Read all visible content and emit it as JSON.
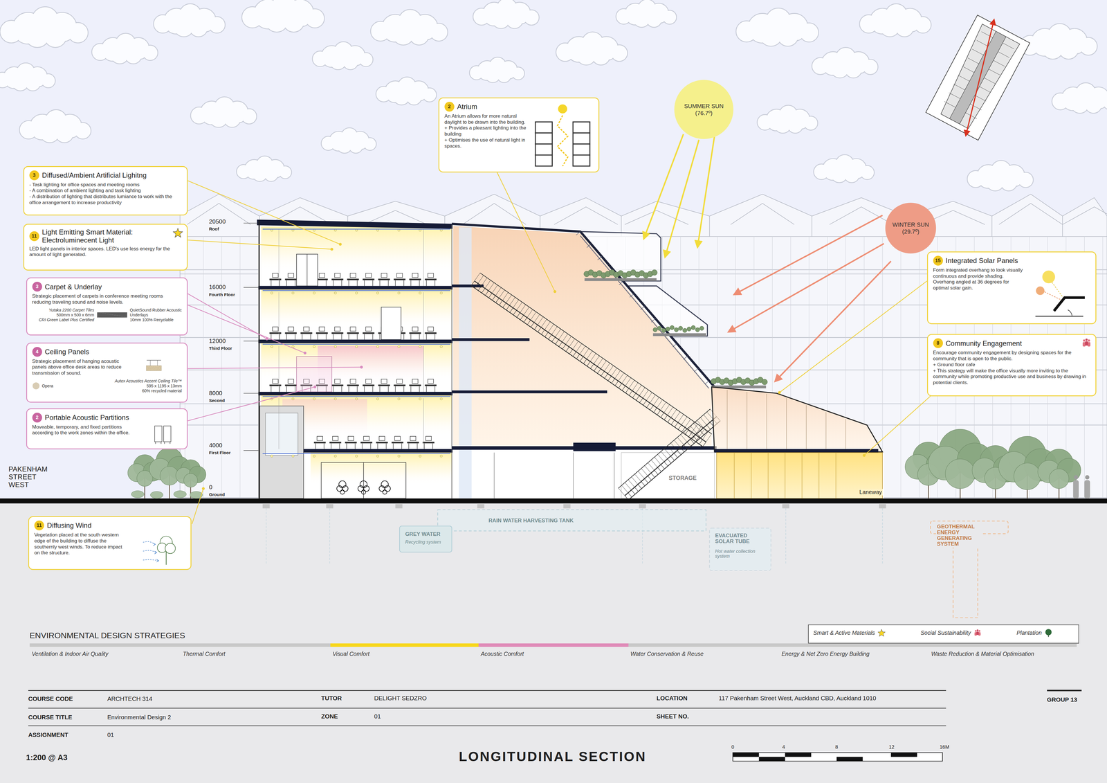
{
  "diagram": {
    "title": "LONGITUDINAL SECTION",
    "nodes": [
      {
        "text": [
          "2",
          "Atrium",
          "An Atrium allows for more natural daylight to be drawn into the building.",
          "+ Provides a pleasant lighting into the building",
          "+ Optimises the use of natural light in spaces."
        ]
      },
      {
        "text": [
          "SUMMER SUN",
          "(76.7º)"
        ]
      },
      {
        "text": [
          "3",
          "Diffused/Ambient Artificial Lighitng",
          "- Task lighting for office spaces and meeting rooms",
          "- A combination of ambient lighting and task lighting",
          "- A distribution of lighting that distributes lumiance to work with the office arrangement to increase productivity"
        ]
      },
      {
        "text": [
          "11",
          "Light Emitting Smart Material: Electroluminecent Light",
          "LED light panels in interior spaces. LED's use less energy for the amount of light generated."
        ]
      },
      {
        "text": [
          "WINTER SUN",
          "(29.7º)"
        ]
      },
      {
        "text": [
          "15",
          "Integrated Solar Panels",
          "Form integrated overhang to look visually continuous and provide shading.",
          "Overhang angled at 36 degrees for optimal solar gain."
        ]
      },
      {
        "text": [
          "3",
          "Carpet & Underlay",
          "Strategic placement of carpets in conference meeting rooms reducing traveling sound and noise levels.",
          "Yutaka 2200 Carpet Tiles",
          "500mm x 500 x 6mm",
          "CRI Green Label Plus Certified",
          "QuietSound Rubber Acoustic Underlays",
          "10mm 100% Recyclable"
        ]
      },
      {
        "text": [
          "8",
          "Community Engagement",
          "Encourage community engagement by designing spaces for the community that is open to the public.",
          "+ Ground floor cafe",
          "+ This strategy will make the office visually more inviting to the community while promoting productive use and business by drawing in potential clients."
        ]
      },
      {
        "text": [
          "4",
          "Ceiling Panels",
          "Strategic placement of hanging acoustic panels above office desk areas to reduce transmission of sound.",
          "Autex Acoustics Accent Ceiling Tile™",
          "595 x 1195 x 13mm",
          "60% recycled material",
          "Opera"
        ]
      },
      {
        "text": [
          "2",
          "Portable Acoustic Partitions",
          "Moveable, temporary, and fixed partitions according to the work zones within the office."
        ]
      },
      {
        "text": [
          "11",
          "Diffusing Wind",
          "Vegetation placed at the south western edge of the building to diffuse the southernly west winds. To reduce impact on the structure."
        ]
      }
    ],
    "labels": [
      "20500",
      "Roof",
      "16000",
      "Fourth Floor",
      "12000",
      "Third Floor",
      "8000",
      "Second",
      "4000",
      "First Floor",
      "0",
      "Ground",
      "PAKENHAM STREET WEST",
      "STORAGE",
      "Laneway",
      "GREY WATER",
      "Recycling system",
      "RAIN WATER HARVESTING TANK",
      "EVACUATED SOLAR TUBE",
      "Hot water collection system",
      "GEOTHERMAL ENERGY GENERATING SYSTEM",
      "ENVIRONMENTAL DESIGN STRATEGIES",
      "COURSE CODE",
      "ARCHTECH 314",
      "TUTOR",
      "DELIGHT SEDZRO",
      "LOCATION",
      "117 Pakenham Street West, Auckland CBD, Auckland 1010",
      "GROUP 13",
      "COURSE TITLE",
      "Environmental Design 2",
      "ZONE",
      "01",
      "SHEET NO.",
      "ASSIGNMENT",
      "01",
      "1:200 @ A3",
      "0",
      "4",
      "8",
      "12",
      "16M"
    ],
    "legend": [
      {
        "text": "Ventilation & Indoor Air Quality",
        "color": "#c8c8c8"
      },
      {
        "text": "Thermal Comfort",
        "color": "#c8c8c8"
      },
      {
        "text": "Visual Comfort",
        "color": "#f7d71b"
      },
      {
        "text": "Acoustic Comfort",
        "color": "#e08ab8"
      },
      {
        "text": "Water Conservation & Reuse",
        "color": "#c8c8c8"
      },
      {
        "text": "Energy & Net Zero Energy Building",
        "color": "#c8c8c8"
      },
      {
        "text": "Waste Reduction & Material Optimisation",
        "color": "#c8c8c8"
      },
      {
        "text": "Smart & Active Materials"
      },
      {
        "text": "Social Sustainability"
      },
      {
        "text": "Plantation"
      }
    ]
  }
}
